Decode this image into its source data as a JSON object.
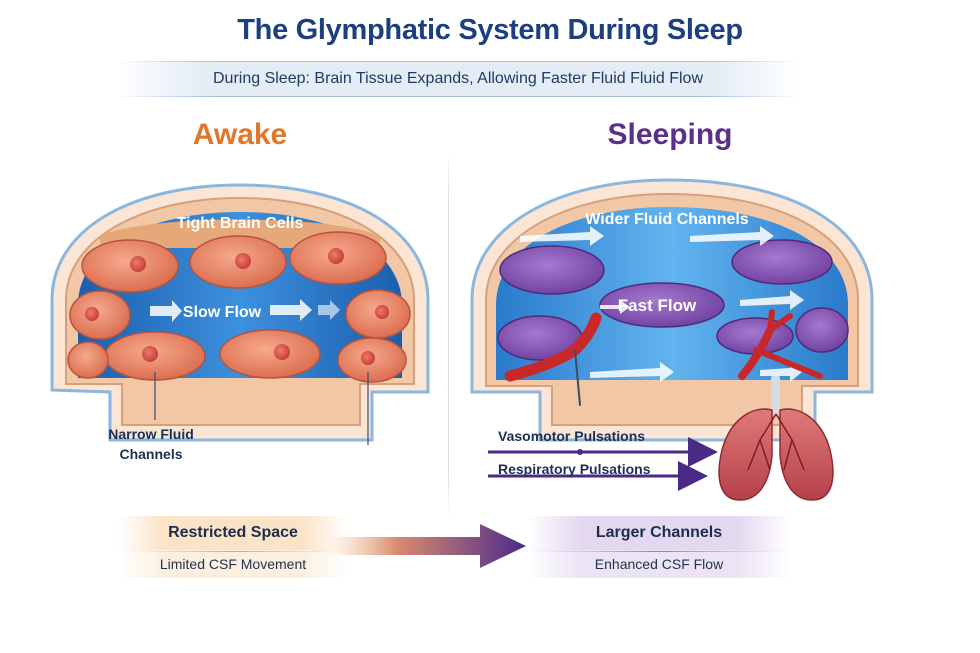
{
  "header": {
    "title": "The Glymphatic System During Sleep",
    "subtitle": "During Sleep: Brain Tissue Expands, Allowing Faster Fluid Fluid Flow"
  },
  "awake": {
    "heading": "Awake",
    "cells_label": "Tight Brain Cells",
    "flow_label": "Slow Flow",
    "channel_label_line1": "Narrow Fluid",
    "channel_label_line2": "Channels"
  },
  "sleeping": {
    "heading": "Sleeping",
    "channels_label": "Wider Fluid Channels",
    "flow_label": "Fast Flow",
    "vasomotor_label": "Vasomotor Pulsations",
    "respiratory_label": "Respiratory Pulsations"
  },
  "comparison": {
    "left_title": "Restricted Space",
    "left_text": "Limited CSF Movement",
    "right_title": "Larger Channels",
    "right_text": "Enhanced CSF Flow"
  },
  "colors": {
    "title": "#1d3f80",
    "awake_accent": "#e0772a",
    "sleep_accent": "#5b2f8c",
    "fluid_blue": "#2f7fd0",
    "cell_orange": "#ec8a6a",
    "cell_purple": "#8a5bb8",
    "vessel_red": "#c8282a"
  },
  "icons": [
    "brain-cross-section",
    "blood-vessel",
    "lungs",
    "flow-arrow"
  ]
}
